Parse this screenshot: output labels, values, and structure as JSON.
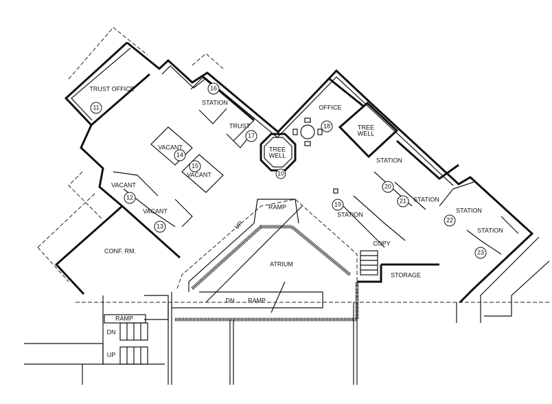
{
  "plan": {
    "rooms": {
      "trust_office": "TRUST OFFICE",
      "conf_rm": "CONF. RM.",
      "atrium": "ATRIUM",
      "storage": "STORAGE",
      "copy": "COPY",
      "office": "OFFICE",
      "tree_well_1": [
        "TREE",
        "WELL"
      ],
      "tree_well_2": [
        "TREE",
        "WELL"
      ],
      "station": "STATION",
      "trust": "TRUST",
      "vacant": "VACANT"
    },
    "circulation": {
      "ramp": "RAMP",
      "up": "UP",
      "dn": "DN"
    },
    "numbers": [
      "10",
      "11",
      "12",
      "13",
      "14",
      "15",
      "16",
      "17",
      "18",
      "19",
      "20",
      "21",
      "22",
      "23"
    ]
  }
}
